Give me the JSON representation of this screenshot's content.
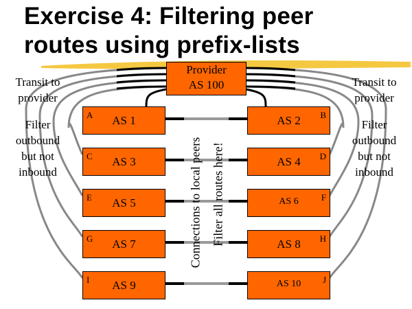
{
  "title": {
    "line1": "Exercise 4: Filtering peer",
    "line2": "routes using prefix-lists"
  },
  "provider": {
    "name": "Provider",
    "as": "AS 100"
  },
  "left_notes": {
    "transit": [
      "Transit to",
      "provider"
    ],
    "filter": [
      "Filter",
      "outbound",
      "but not",
      "inbound"
    ]
  },
  "right_notes": {
    "transit": [
      "Transit to",
      "provider"
    ],
    "filter": [
      "Filter",
      "outbound",
      "but not",
      "inbound"
    ]
  },
  "left_boxes": [
    {
      "letter": "A",
      "label": "AS 1"
    },
    {
      "letter": "C",
      "label": "AS 3"
    },
    {
      "letter": "E",
      "label": "AS 5"
    },
    {
      "letter": "G",
      "label": "AS 7"
    },
    {
      "letter": "I",
      "label": "AS 9"
    }
  ],
  "right_boxes": [
    {
      "letter": "B",
      "label": "AS 2"
    },
    {
      "letter": "D",
      "label": "AS 4"
    },
    {
      "letter": "F",
      "label": "AS 6"
    },
    {
      "letter": "H",
      "label": "AS 8"
    },
    {
      "letter": "J",
      "label": "AS 10"
    }
  ],
  "center_notes": {
    "connections": "Connections to local peers",
    "filter": "Filter all routes here!"
  },
  "colors": {
    "box": "#ff6600",
    "swoosh": "#f5c842"
  }
}
